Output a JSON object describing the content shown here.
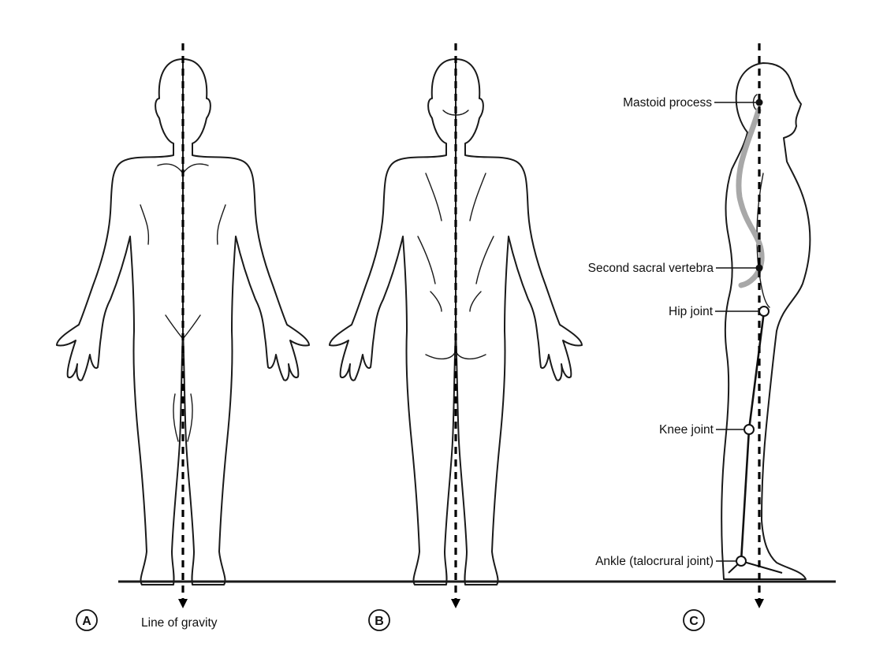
{
  "gravity_caption": "Line of gravity",
  "panels": [
    {
      "letter": "A"
    },
    {
      "letter": "B"
    },
    {
      "letter": "C"
    }
  ],
  "landmarks": {
    "mastoid": "Mastoid process",
    "sacral": "Second sacral vertebra",
    "hip": "Hip joint",
    "knee": "Knee joint",
    "ankle": "Ankle (talocrural joint)"
  },
  "colors": {
    "ink": "#1a1a1a",
    "spine_curve": "#a8a8a8",
    "background": "#ffffff"
  }
}
